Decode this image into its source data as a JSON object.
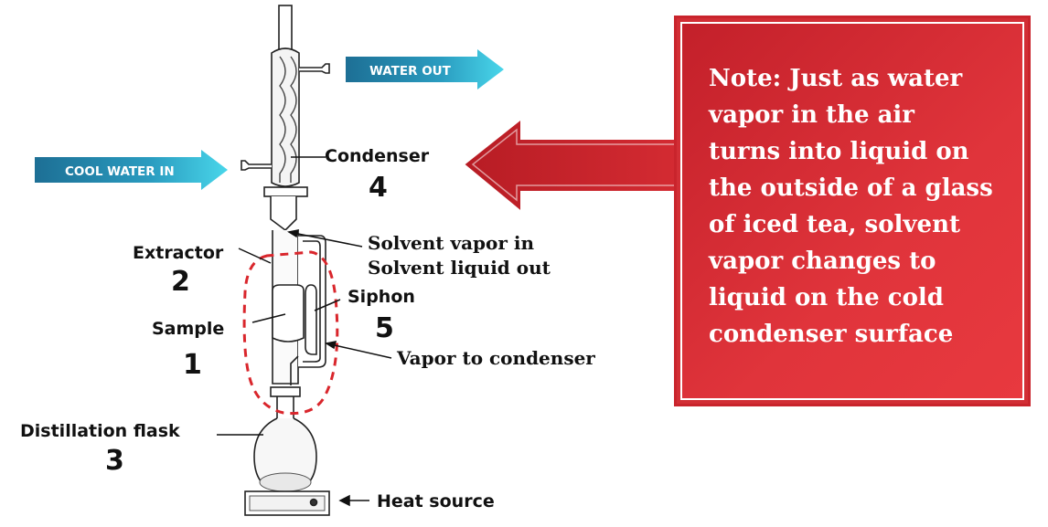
{
  "arrows": {
    "water_out": "WATER OUT",
    "cool_water_in": "COOL WATER IN"
  },
  "labels": {
    "condenser": "Condenser",
    "condenser_num": "4",
    "extractor": "Extractor",
    "extractor_num": "2",
    "sample": "Sample",
    "sample_num": "1",
    "distillation_flask": "Distillation flask",
    "distillation_flask_num": "3",
    "siphon": "Siphon",
    "siphon_num": "5",
    "solvent_vapor_in": "Solvent vapor in",
    "solvent_liquid_out": "Solvent liquid out",
    "vapor_to_condenser": "Vapor to condenser",
    "heat_source": "Heat source"
  },
  "note": {
    "lines": [
      "Note:  Just as water",
      "vapor in the air",
      "turns into liquid on",
      "the outside of a glass",
      "of iced tea,  solvent",
      "vapor changes to",
      "liquid on the cold",
      "condenser surface"
    ]
  },
  "colors": {
    "flow_arrow": "#2a8fb5",
    "flow_arrow_tip": "#3fd0e6",
    "note_bg": "#d22e35",
    "big_arrow": "#c3202a",
    "dashed_outline": "#d9262c"
  }
}
